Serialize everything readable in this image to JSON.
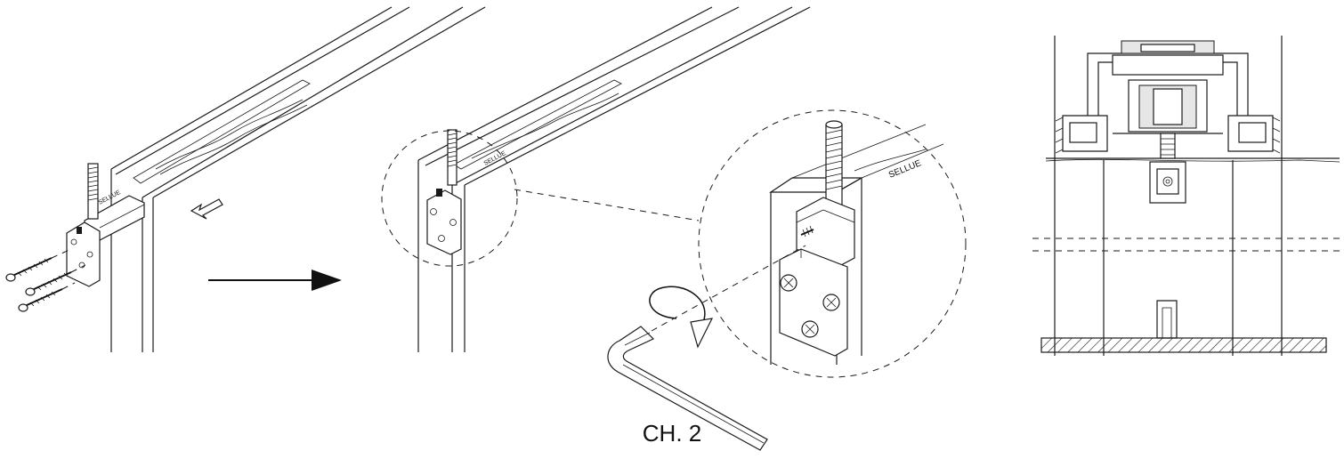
{
  "figure": {
    "caption": "CH. 2",
    "rail_label": "SELLUE",
    "colors": {
      "line": "#1a1a1a",
      "background": "#ffffff",
      "hatch": "#1a1a1a"
    }
  },
  "steps": [
    {
      "name": "fix-bracket",
      "icons": [
        "screw-icon",
        "screw-icon",
        "screw-icon",
        "slide-arrow-icon"
      ]
    },
    {
      "name": "bracket-mounted",
      "icons": [
        "detail-circle-icon"
      ]
    },
    {
      "name": "tighten-detail",
      "icons": [
        "rotate-arrow-icon",
        "hex-key-icon"
      ]
    },
    {
      "name": "section-view",
      "icons": [
        "track-profile-icon",
        "guide-icon"
      ]
    }
  ]
}
